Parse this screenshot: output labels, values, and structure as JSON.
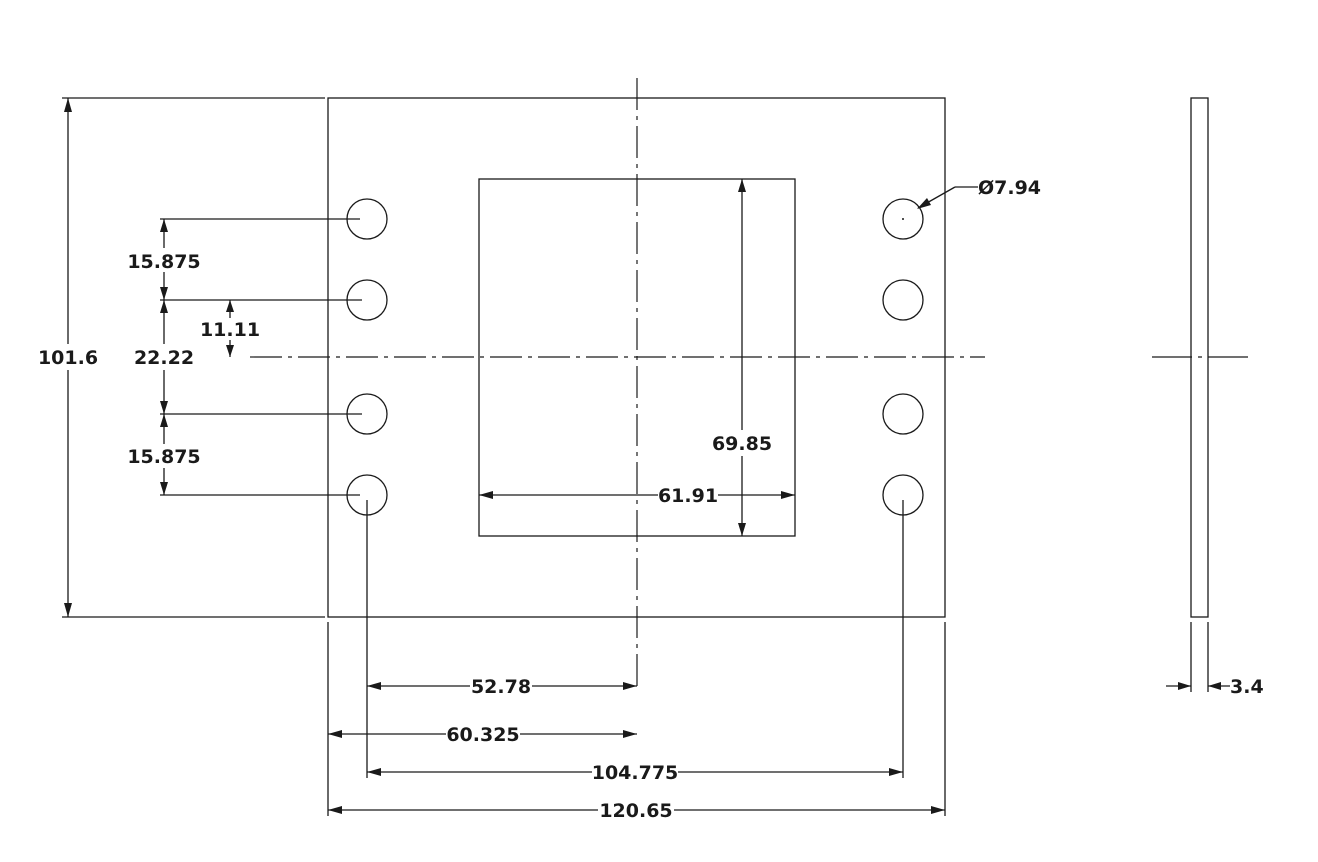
{
  "drawing": {
    "hole_diameter": "Ø7.94",
    "overall_height": "101.6",
    "inner_hole_spacing": "22.22",
    "half_inner_spacing": "11.11",
    "upper_hole_pitch": "15.875",
    "lower_hole_pitch": "15.875",
    "cutout_height": "69.85",
    "cutout_width": "61.91",
    "hole_to_center": "52.78",
    "edge_to_center": "60.325",
    "hole_span": "104.775",
    "overall_width": "120.65",
    "thickness": "3.4"
  }
}
